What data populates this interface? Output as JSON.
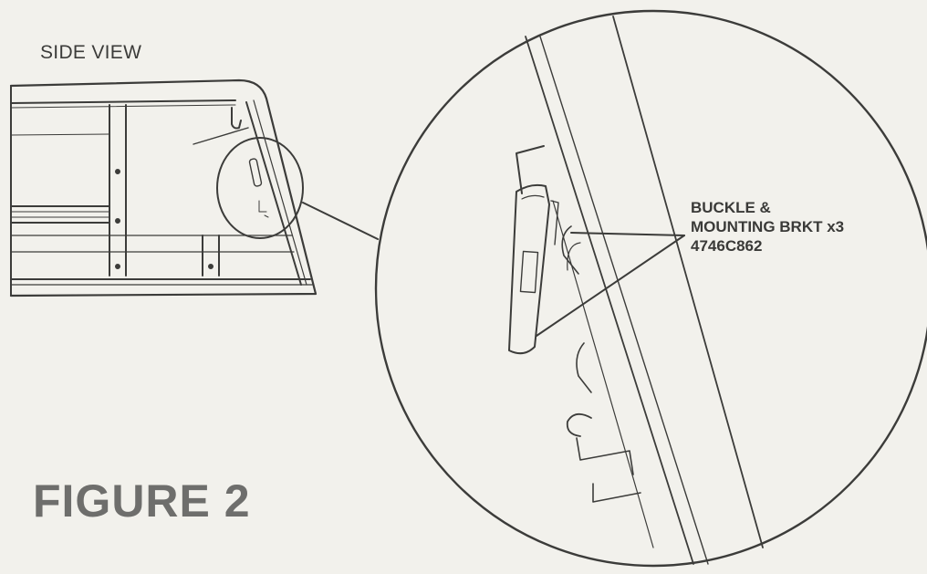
{
  "view_label": "SIDE VIEW",
  "callout": {
    "line1": "BUCKLE &",
    "line2": "MOUNTING BRKT x3",
    "part_number": "4746C862"
  },
  "figure_title": "FIGURE 2",
  "colors": {
    "ink": "#3c3c3a",
    "paper": "#f2f1ec",
    "title_gray": "#6e6e6c"
  }
}
